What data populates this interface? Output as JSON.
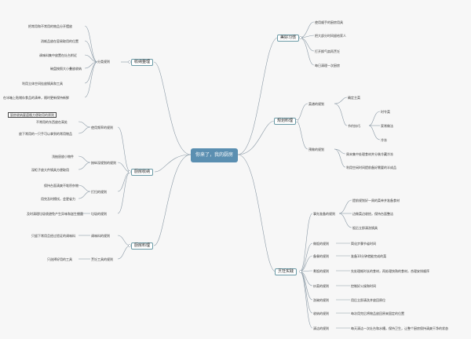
{
  "center": "你来了，我的厨房",
  "branches": {
    "b1": {
      "title": "美好习惯",
      "items": [
        "使用顺手的厨房用具",
        "把大部分时间留给家人",
        "打开换气扇再烹饪",
        "每日清理一次厨房"
      ]
    },
    "b2": {
      "title": "收纳整理",
      "group": "分类规则",
      "items": [
        "把常用和不常用的物品分开摆放",
        "消耗品放在容易取用的位置",
        "调味料集中放置在灶台附近",
        "碗盘按照大小叠放收纳",
        "利用立体空间挂放锅具和工具",
        "在冰箱上贴储存食品的清单，随时更新保持新鲜"
      ]
    },
    "b3": {
      "title": "规划料理",
      "g1": "菜谱的规划",
      "g1a": "确定主菜",
      "g2": "节约技巧",
      "leaves": [
        "时令菜",
        "家常做法",
        "冷冻"
      ],
      "g3": "预做的规划",
      "items": [
        "周末集中处理食材并分装冷藏冷冻",
        "利用空闲时间提前备好需要的半成品"
      ]
    },
    "b4": {
      "title": "厨房收纳",
      "boxed": "厨房收纳要遵循方便取用的原则",
      "groups": [
        {
          "label": "使用频率的规则",
          "items": [
            "不常用的东西放在高处",
            "放下常用的一只手可以拿到的常用物品"
          ]
        },
        {
          "label": "按纵深规划的规则",
          "items": [
            "浅抽屉放小物件",
            "深柜子放大件锅具方便取用"
          ]
        },
        {
          "label": "打扫的规则",
          "items": [
            "保持台面清爽不堆积杂物",
            "用完及时擦拭，会更省力"
          ]
        },
        {
          "label": "垃圾的规则",
          "items": [
            "及时清理垃圾袋避免产生异味和滋生细菌"
          ]
        }
      ]
    },
    "b5": {
      "title": "厨房料理",
      "groups": [
        {
          "label": "调味料的规则",
          "items": [
            "只留下常用且经过验证的调味料"
          ]
        },
        {
          "label": "烹饪工具的规则",
          "items": [
            "只选择好用的工具"
          ]
        }
      ]
    },
    "b6": {
      "title": "烹饪实践",
      "groups": [
        {
          "label": "事先准备的规则",
          "items": [
            "提前规划好一周的菜单并准备食材",
            "边做菜边收拾，保持台面整洁",
            "饭后立即清洗锅具"
          ]
        },
        {
          "label": "做饭的规则",
          "items": [
            "简化步骤节省时间"
          ]
        },
        {
          "label": "备餐的规则",
          "items": [
            "准备10分钟就能完成的菜"
          ]
        },
        {
          "label": "煮饭的规则",
          "items": [
            "先处理耗时长的食材，再处理快熟的食材，合理安排顺序"
          ]
        },
        {
          "label": "炒菜的规则",
          "items": [
            "控制好火候和时间"
          ]
        },
        {
          "label": "洗碗的规则",
          "items": [
            "用后立即清洗并放回原位"
          ]
        },
        {
          "label": "收纳的规则",
          "items": [
            "每次用完后将物品放回原来固定的位置"
          ]
        },
        {
          "label": "清洁的规则",
          "items": [
            "每天清洁一次灶台和水槽，保持卫生，让整个厨房保持清爽干净的状态"
          ]
        }
      ]
    }
  }
}
